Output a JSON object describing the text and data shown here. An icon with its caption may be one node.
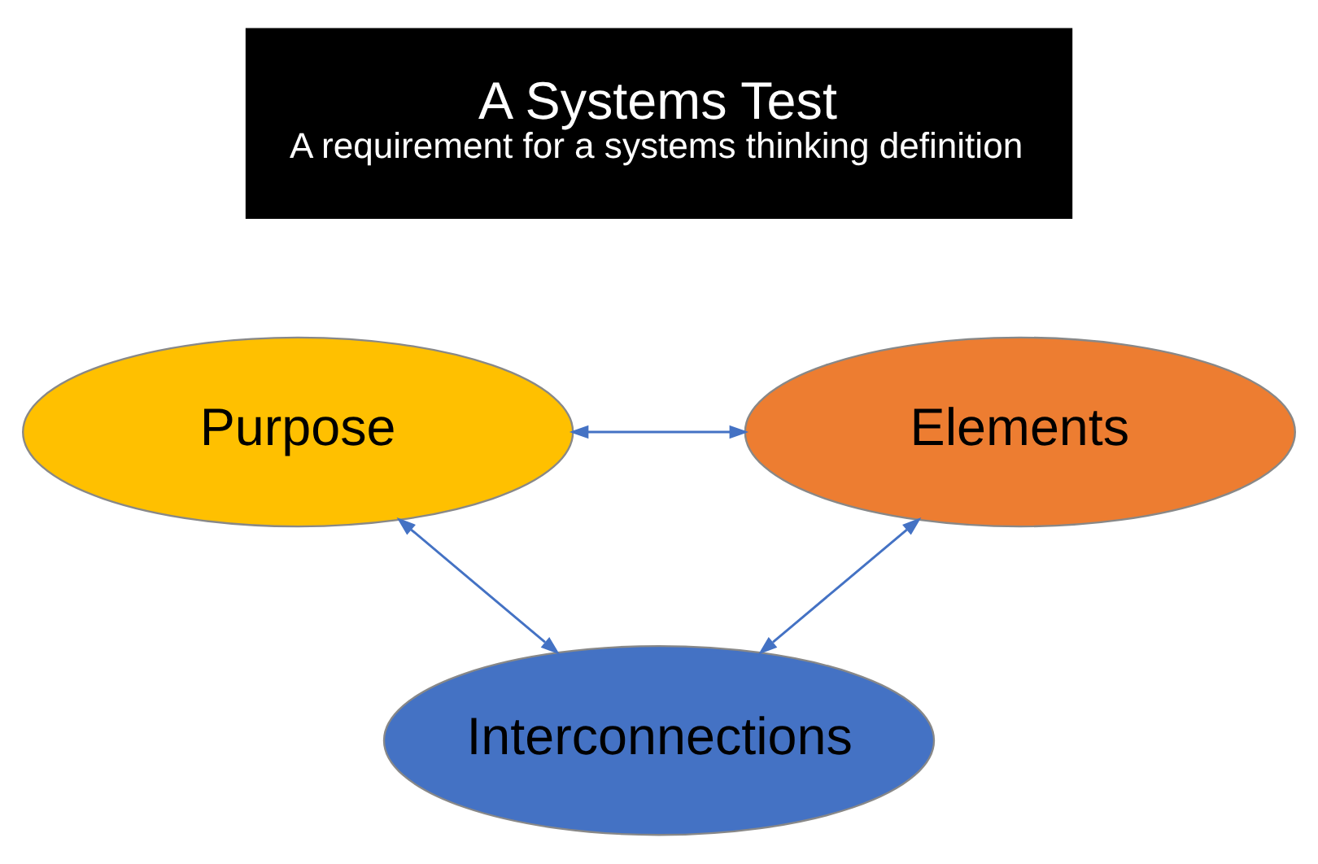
{
  "diagram": {
    "nodes": [
      {
        "text": [
          "A Systems Test",
          "A requirement for a systems thinking definition"
        ]
      },
      {
        "text": [
          "Purpose"
        ]
      },
      {
        "text": [
          "Elements"
        ]
      },
      {
        "text": [
          "Interconnections"
        ]
      }
    ],
    "edges": [
      {
        "from": 1,
        "to": 2,
        "arrow": "both"
      },
      {
        "from": 1,
        "to": 3,
        "arrow": "both"
      },
      {
        "from": 2,
        "to": 3,
        "arrow": "both"
      }
    ]
  }
}
